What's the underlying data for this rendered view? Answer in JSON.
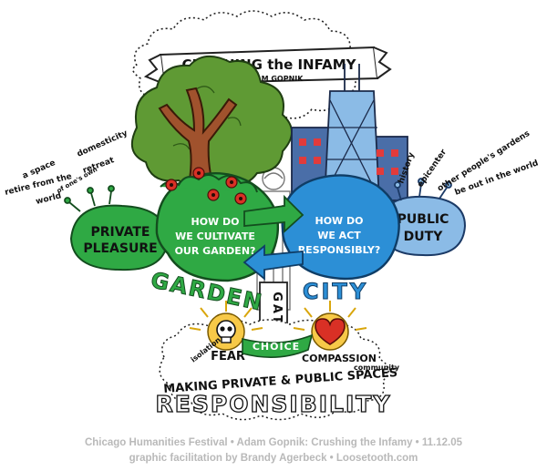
{
  "banner": {
    "title": "CRUSHING the INFAMY",
    "author": "ADAM GOPNIK"
  },
  "garden": {
    "question_lines": [
      "HOW DO",
      "WE CULTIVATE",
      "OUR GARDEN?"
    ],
    "label": "GARDEN",
    "side_label_lines": [
      "PRIVATE",
      "PLEASURE"
    ],
    "notes": [
      "domesticity",
      "retreat",
      "a space",
      "of one's own",
      "retire from the",
      "world"
    ]
  },
  "city": {
    "question_lines": [
      "HOW DO",
      "WE ACT",
      "RESPONSIBLY?"
    ],
    "label": "CITY",
    "side_label_lines": [
      "PUBLIC",
      "DUTY"
    ],
    "notes": [
      "history",
      "epicenter",
      "other people's gardens",
      "be out in the world"
    ]
  },
  "gate": {
    "label": "GATE"
  },
  "choice": {
    "left": "FEAR",
    "center": "CHOICE",
    "right": "COMPASSION",
    "left_note": "isolation",
    "right_note": "community"
  },
  "bottom": {
    "line": "MAKING PRIVATE & PUBLIC SPACES",
    "word": "RESPONSIBILITY"
  },
  "footer": {
    "line1": "Chicago Humanities Festival • Adam Gopnik: Crushing the Infamy • 11.12.05",
    "line2": "graphic facilitation by Brandy Agerbeck • Loosetooth.com"
  },
  "colors": {
    "green": "#2fa944",
    "green_dark": "#1d7a2c",
    "blue": "#2c8fd6",
    "blue_light": "#8bbbe6",
    "trunk": "#a0522d",
    "foliage": "#5f9a34",
    "heart": "#d93025",
    "sun": "#f7c948",
    "tower": "#4a6ea8"
  }
}
